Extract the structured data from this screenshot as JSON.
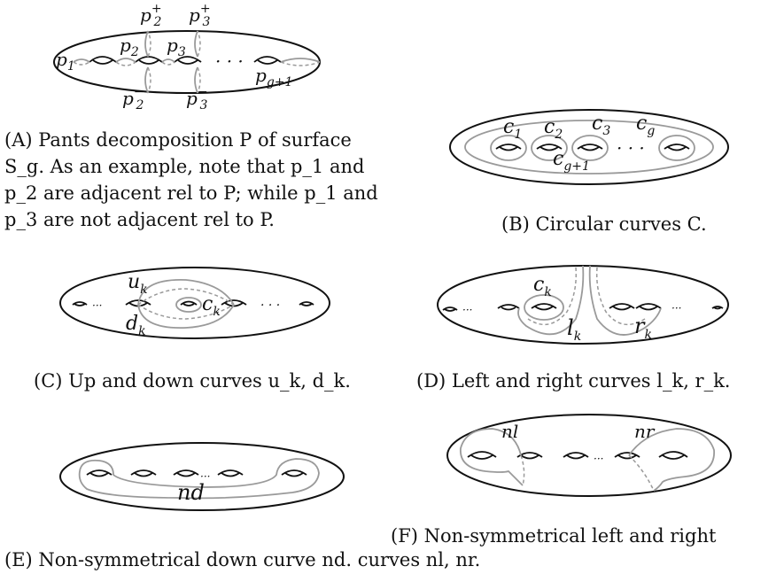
{
  "figure_a": {
    "labels": {
      "p1": "p",
      "p1_sub": "1",
      "p2": "p",
      "p2_sub": "2",
      "p3": "p",
      "p3_sub": "3",
      "pg1": "p",
      "pg1_sub": "g+1",
      "p2plus": "p",
      "p2plus_sub": "2",
      "p2plus_sup": "+",
      "p3plus": "p",
      "p3plus_sub": "3",
      "p3plus_sup": "+",
      "p2minus": "p",
      "p2minus_sub": "2",
      "p2minus_sup": "−",
      "p3minus": "p",
      "p3minus_sub": "3",
      "p3minus_sup": "−",
      "dots": "· · ·"
    },
    "caption": {
      "tag": "(A)",
      "line1": "Pants decomposition P of surface",
      "line2": "S_g. As an example, note that p_1 and",
      "line3": "p_2 are adjacent rel to P; while p_1 and",
      "line4": "p_3 are not adjacent rel to P."
    }
  },
  "figure_b": {
    "labels": {
      "c1": "c",
      "c1_sub": "1",
      "c2": "c",
      "c2_sub": "2",
      "c3": "c",
      "c3_sub": "3",
      "cg": "c",
      "cg_sub": "g",
      "cg1": "c",
      "cg1_sub": "g+1",
      "dots": "· · ·"
    },
    "caption": {
      "tag": "(B)",
      "text": "Circular curves C."
    }
  },
  "figure_c": {
    "labels": {
      "u": "u",
      "u_sub": "k",
      "d": "d",
      "d_sub": "k",
      "c": "c",
      "c_sub": "k",
      "dots_left": "···",
      "dots_right": "· · ·"
    },
    "caption": {
      "tag": "(C)",
      "text": "Up and down curves u_k, d_k."
    }
  },
  "figure_d": {
    "labels": {
      "c": "c",
      "c_sub": "k",
      "l": "l",
      "l_sub": "k",
      "r": "r",
      "r_sub": "k",
      "dots_left": "···",
      "dots_right": "···"
    },
    "caption": {
      "tag": "(D)",
      "text": "Left and right curves l_k, r_k."
    }
  },
  "figure_e": {
    "labels": {
      "nd": "nd",
      "dots": "···"
    },
    "caption": {
      "tag": "(E)",
      "text": "Non-symmetrical down curve nd."
    }
  },
  "figure_f": {
    "labels": {
      "nl": "nl",
      "nr": "nr",
      "dots": "···"
    },
    "caption": {
      "tag": "(F)",
      "line1": "Non-symmetrical left and right",
      "line2": "curves nl, nr."
    }
  }
}
